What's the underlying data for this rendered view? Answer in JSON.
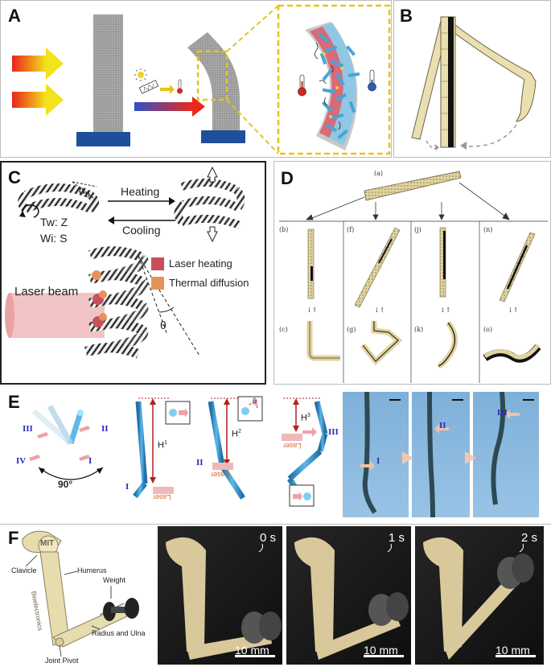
{
  "panels": {
    "a": {
      "label": "A"
    },
    "b": {
      "label": "B"
    },
    "c": {
      "label": "C",
      "alpha": "α",
      "alpha_sub": "0",
      "heating": "Heating",
      "cooling": "Cooling",
      "tw": "Tw: Z",
      "wi": "Wi: S",
      "legend_laser": "Laser heating",
      "legend_diffusion": "Thermal diffusion",
      "laser_beam": "Laser beam",
      "theta": "θ"
    },
    "d": {
      "label": "D",
      "sub_a": "(a)",
      "top_labels": [
        "(b)",
        "(f)",
        "(j)",
        "(n)"
      ],
      "bottom_labels": [
        "(c)",
        "(g)",
        "(k)",
        "(o)"
      ],
      "arrows": "↓↑"
    },
    "e": {
      "label": "E",
      "roman": {
        "i": "I",
        "ii": "II",
        "iii": "III",
        "iv": "IV"
      },
      "angle": "90°",
      "h1": "H",
      "h1_sub": "1",
      "h2": "H",
      "h2_sub": "2",
      "h3": "H",
      "h3_sub": "3",
      "laser_mirrored": "Laser",
      "angle_sub": "θ",
      "photo_labels": [
        "I",
        "II",
        "III"
      ]
    },
    "f": {
      "label": "F",
      "mit": "MIT",
      "bioelectronics": "Bioelectronics",
      "clavicle": "Clavicle",
      "humerus": "Humerus",
      "weight": "Weight",
      "radius_ulna": "Radius and Ulna",
      "joint_pivot": "Joint Pivot",
      "times": [
        "0 s",
        "1 s",
        "2 s"
      ],
      "scale": "10 mm"
    }
  },
  "colors": {
    "yellow_dash": "#e8c21c",
    "blue_base": "#1f4f9a",
    "laser_red": "#c7505a",
    "diffusion_orange": "#e8915a",
    "fiber_blue": "#4aa3d8",
    "photo_bg": "#8fb7dc"
  }
}
